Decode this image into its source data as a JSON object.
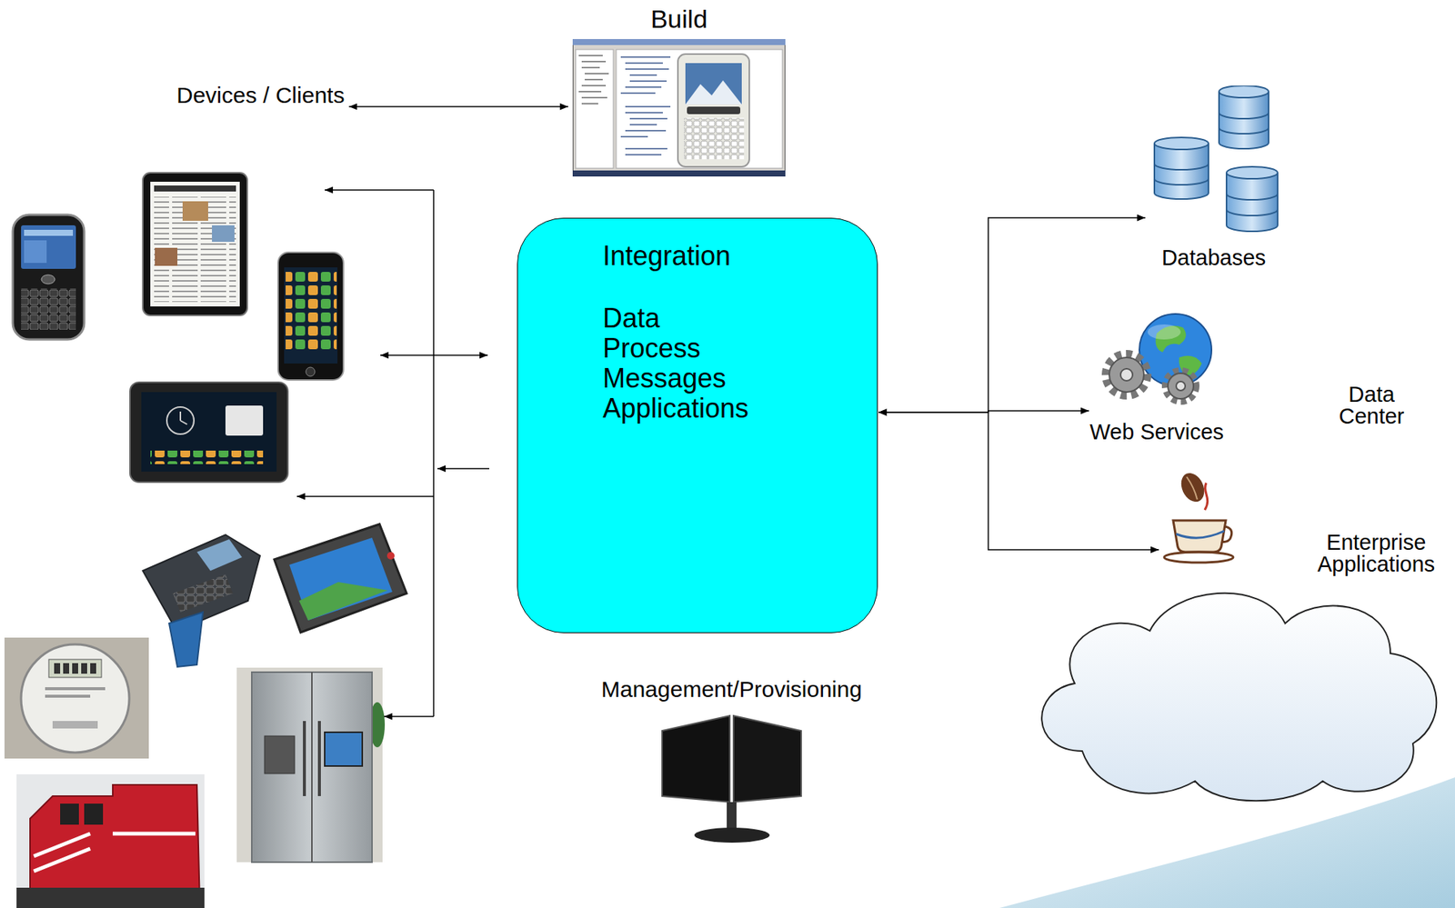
{
  "diagram": {
    "nodes": [
      {
        "text": [
          "Build"
        ]
      },
      {
        "text": [
          "Devices / Clients"
        ]
      },
      {
        "text": [
          "Integration",
          "Data Process Messages Applications"
        ]
      },
      {
        "text": [
          "Databases"
        ]
      },
      {
        "text": [
          "Web Services"
        ]
      },
      {
        "text": [
          "Enterprise Applications"
        ]
      },
      {
        "text": [
          "Management/Provisioning"
        ]
      }
    ],
    "edges": [
      {
        "from": 1,
        "to": 0,
        "arrow": "both"
      },
      {
        "from": 2,
        "to": 3,
        "arrow": "both"
      },
      {
        "from": 2,
        "to": 4,
        "arrow": "both"
      },
      {
        "from": 2,
        "to": 5,
        "arrow": "both"
      }
    ],
    "labels": [
      "Data Center"
    ]
  }
}
